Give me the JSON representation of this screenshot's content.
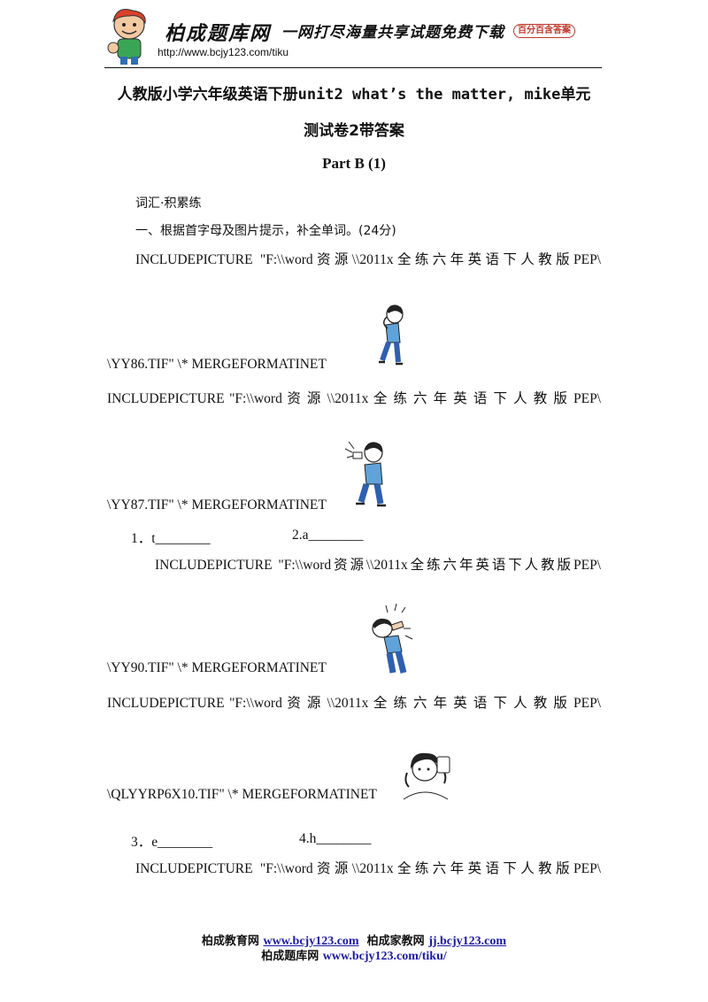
{
  "header": {
    "logo_icon": "cartoon-boy-mascot-icon",
    "brand": "柏成题库网",
    "slogan": "一网打尽海量共享试题免费下载",
    "badge": "百分百含答案",
    "url": "http://www.bcjy123.com/tiku"
  },
  "title": {
    "line1": "人教版小学六年级英语下册unit2 what’s the matter, mike单元",
    "line2": "测试卷2带答案",
    "part": "Part  B  (1)"
  },
  "section": {
    "label": "词汇·积累练",
    "question1": "一、根据首字母及图片提示，补全单词。(24分)"
  },
  "items": [
    {
      "include": "INCLUDEPICTURE    \"F:\\\\word资源\\\\2011x全练六年英语下人教版PEP\\",
      "tail": "\\YY86.TIF\"    \\*    MERGEFORMATINET",
      "image_icon": "boy-toothache-icon"
    },
    {
      "include": "INCLUDEPICTURE    \"F:\\\\word 资 源 \\\\2011x 全 练 六 年 英 语 下 人 教 版 PEP\\",
      "tail": "\\YY87.TIF\"  \\*  MERGEFORMATINET",
      "image_icon": "boy-sneezing-icon"
    },
    {
      "include": "INCLUDEPICTURE    \"F:\\\\word资源\\\\2011x全练六年英语下人教版PEP\\",
      "tail": "\\YY90.TIF\"    \\*    MERGEFORMATINET",
      "image_icon": "boy-earache-icon"
    },
    {
      "include": "INCLUDEPICTURE    \"F:\\\\word 资 源 \\\\2011x 全 练 六 年 英 语 下 人 教 版 PEP\\",
      "tail": "\\QLYYRP6X10.TIF\"  \\*  MERGEFORMATINET",
      "image_icon": "girl-headache-icon"
    },
    {
      "include": "INCLUDEPICTURE    \"F:\\\\word资源\\\\2011x全练六年英语下人教版PEP\\"
    }
  ],
  "answers": {
    "row1": {
      "a_num": "1．t________",
      "b_num": "2.a________"
    },
    "row2": {
      "a_num": "3．e________",
      "b_num": "4.h________"
    }
  },
  "footer": {
    "line1_label1": "柏成教育网",
    "line1_link1": "www.bcjy123.com",
    "line1_label2": "柏成家教网",
    "line1_link2": "jj.bcjy123.com",
    "line2_label": "柏成题库网",
    "line2_link": "www.bcjy123.com/tiku/"
  }
}
